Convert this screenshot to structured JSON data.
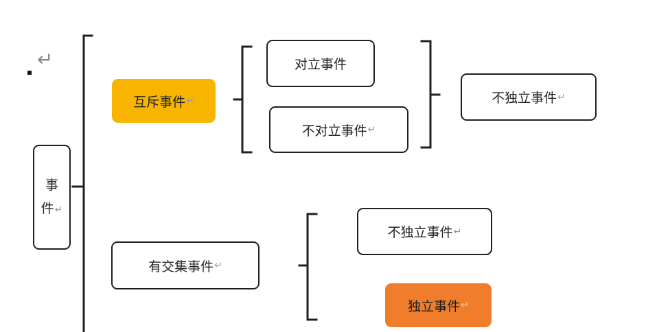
{
  "root": {
    "line1": "事",
    "line2": "件"
  },
  "nodes": {
    "mutual_exclusive": "互斥事件",
    "opposite": "对立事件",
    "not_opposite": "不对立事件",
    "not_independent_top": "不独立事件",
    "intersecting": "有交集事件",
    "not_independent_bottom": "不独立事件",
    "independent": "独立事件"
  },
  "paragraph_mark": "↵",
  "colors": {
    "mutual_exclusive_fill": "#f7b500",
    "independent_fill": "#ef7d2b",
    "line": "#1f1f1f"
  }
}
